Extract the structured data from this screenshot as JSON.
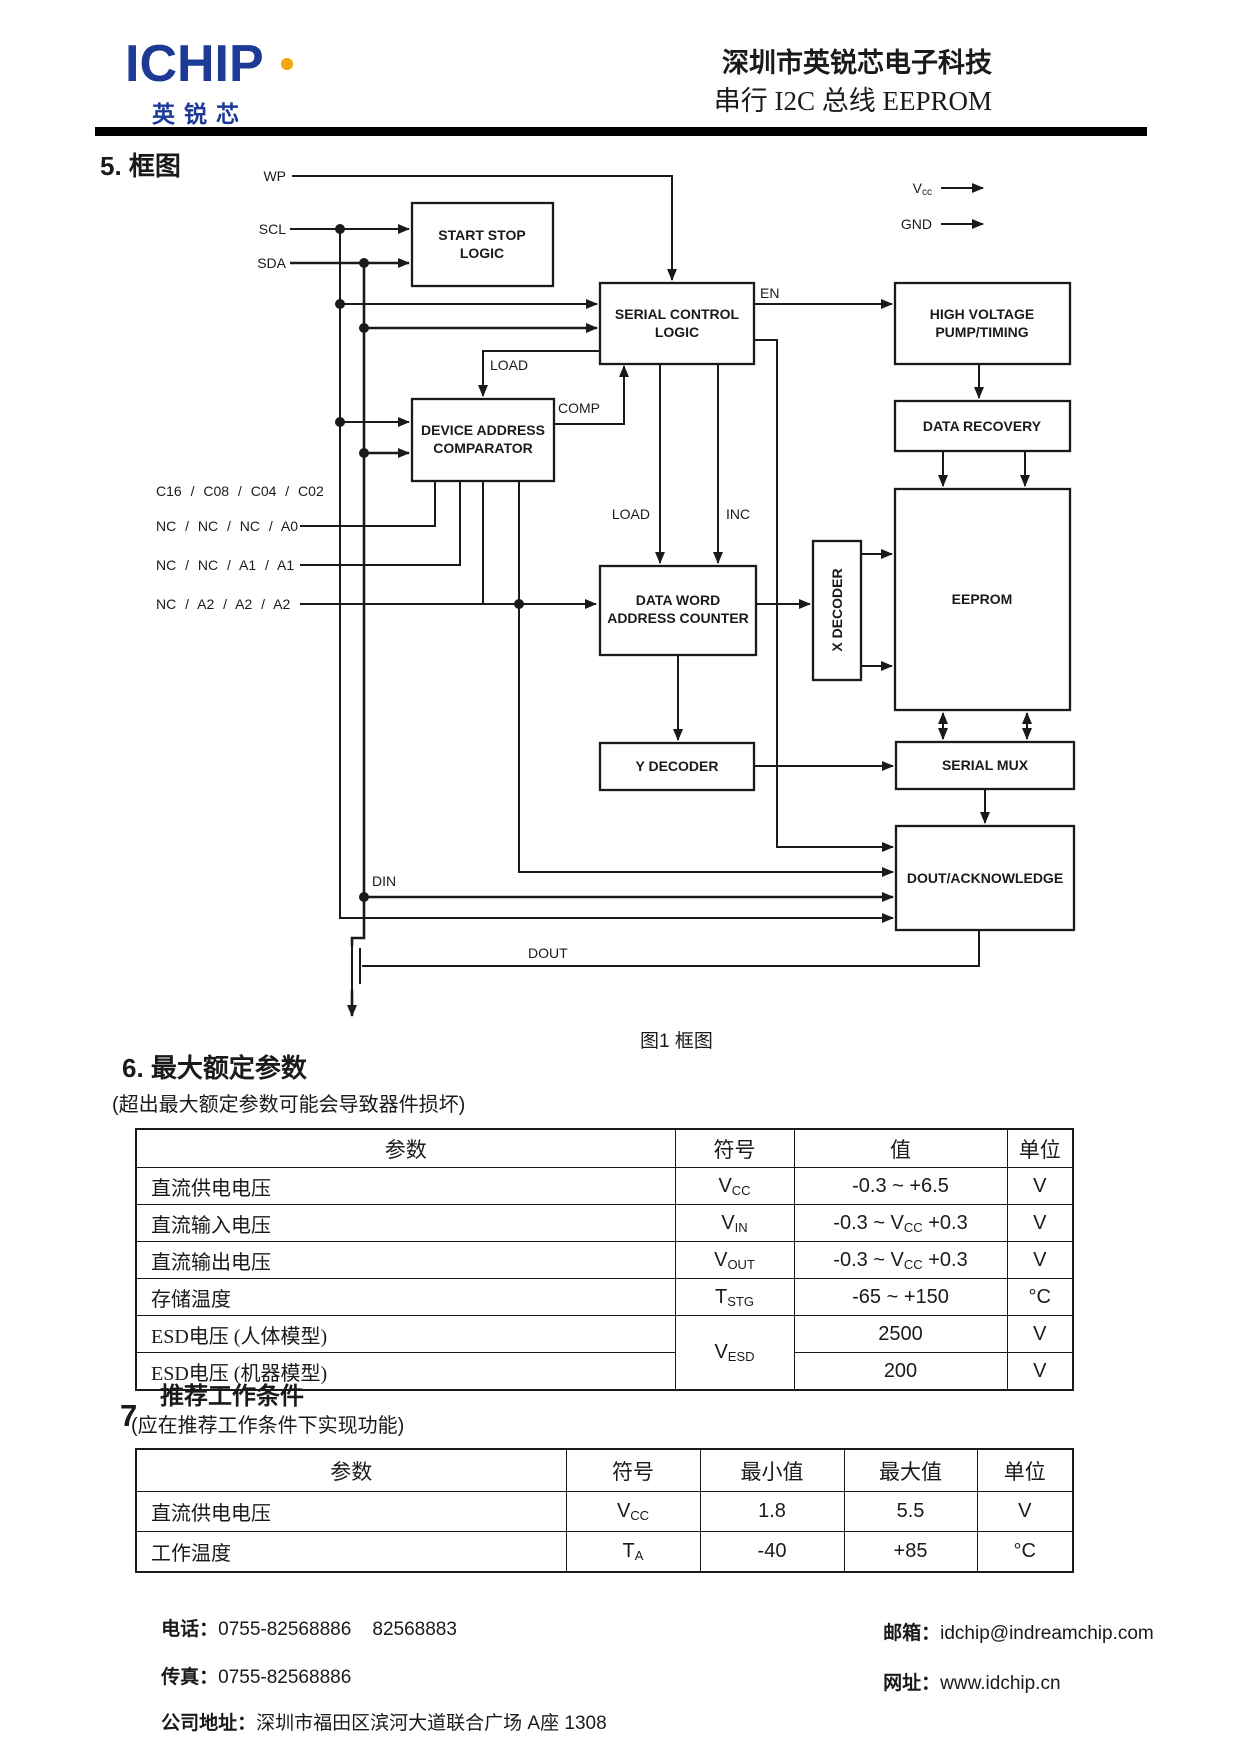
{
  "header": {
    "logo_text": "ICHIP",
    "logo_cn": "英锐芯",
    "company_line1": "深圳市英锐芯电子科技",
    "company_line2": "串行 I2C 总线 EEPROM",
    "brand_color": "#1c3a96",
    "logo_dot_color": "#f2a70d"
  },
  "section5": {
    "number": "5.",
    "title": "框图",
    "figure_caption": "图1  框图"
  },
  "diagram": {
    "blocks": {
      "start_stop": {
        "line1": "START STOP",
        "line2": "LOGIC"
      },
      "serial_control": {
        "line1": "SERIAL CONTROL",
        "line2": "LOGIC"
      },
      "hv_pump": {
        "line1": "HIGH VOLTAGE",
        "line2": "PUMP/TIMING"
      },
      "data_recovery": {
        "label": "DATA RECOVERY"
      },
      "dev_addr_comp": {
        "line1": "DEVICE ADDRESS",
        "line2": "COMPARATOR"
      },
      "eeprom": {
        "label": "EEPROM"
      },
      "x_decoder": {
        "label": "X  DECODER"
      },
      "data_word": {
        "line1": "DATA WORD",
        "line2": "ADDRESS COUNTER"
      },
      "y_decoder": {
        "label": "Y DECODER"
      },
      "serial_mux": {
        "label": "SERIAL MUX"
      },
      "dout_ack": {
        "label": "DOUT/ACKNOWLEDGE"
      }
    },
    "io_labels": {
      "wp": "WP",
      "scl": "SCL",
      "sda": "SDA",
      "vcc_main": "V",
      "vcc_sub": "cc",
      "gnd": "GND",
      "en": "EN",
      "comp": "COMP",
      "load_comparator": "LOAD",
      "load_counter": "LOAD",
      "inc": "INC",
      "din": "DIN",
      "dout": "DOUT"
    },
    "pins": [
      "C16 / C08 / C04 / C02",
      "NC / NC / NC / A0",
      "NC / NC / A1 / A1",
      "NC / A2 / A2 / A2"
    ]
  },
  "section6": {
    "number": "6.",
    "title": "最大额定参数",
    "note": "(超出最大额定参数可能会导致器件损坏)"
  },
  "table1": {
    "headers": [
      "参数",
      "符号",
      "值",
      "单位"
    ],
    "rows": [
      {
        "param": "直流供电电压",
        "sym": {
          "main": "V",
          "sub": "CC"
        },
        "value": {
          "pre": "-0.3 ~ +6.5"
        },
        "unit": "V"
      },
      {
        "param": "直流输入电压",
        "sym": {
          "main": "V",
          "sub": "IN"
        },
        "value": {
          "pre": "-0.3 ~ V",
          "sub": "CC",
          "post": " +0.3"
        },
        "unit": "V"
      },
      {
        "param": "直流输出电压",
        "sym": {
          "main": "V",
          "sub": "OUT"
        },
        "value": {
          "pre": "-0.3 ~ V",
          "sub": "CC",
          "post": " +0.3"
        },
        "unit": "V"
      },
      {
        "param": "存储温度",
        "sym": {
          "main": "T",
          "sub": "STG"
        },
        "value": {
          "pre": "-65 ~ +150"
        },
        "unit": "°C"
      },
      {
        "param": "ESD电压 (人体模型)",
        "sym": {
          "main": "V",
          "sub": "ESD"
        },
        "value": {
          "pre": "2500"
        },
        "unit": "V"
      },
      {
        "param": "ESD电压 (机器模型)",
        "value": {
          "pre": "200"
        },
        "unit": "V"
      }
    ]
  },
  "section7": {
    "number": "7",
    "title": "推荐工作条件",
    "note": "(应在推荐工作条件下实现功能)"
  },
  "table2": {
    "headers": [
      "参数",
      "符号",
      "最小值",
      "最大值",
      "单位"
    ],
    "rows": [
      {
        "param": "直流供电电压",
        "sym": {
          "main": "V",
          "sub": "CC"
        },
        "min": "1.8",
        "max": "5.5",
        "unit": "V"
      },
      {
        "param": "工作温度",
        "sym": {
          "main": "T",
          "sub": "A"
        },
        "min": "-40",
        "max": "+85",
        "unit": "°C"
      }
    ]
  },
  "footer": {
    "phone_label": "电话：",
    "phone": "0755-82568886    82568883",
    "fax_label": "传真：",
    "fax": "0755-82568886",
    "address_label": "公司地址：",
    "address": "深圳市福田区滨河大道联合广场 A座 1308",
    "email_label": "邮箱：",
    "email": "idchip@indreamchip.com",
    "web_label": "网址：",
    "web": "www.idchip.cn"
  }
}
